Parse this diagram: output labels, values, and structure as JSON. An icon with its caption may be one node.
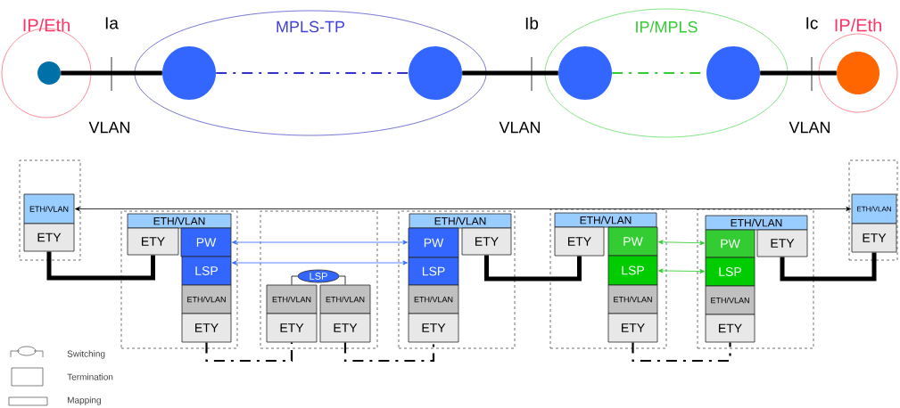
{
  "diagram": {
    "nodes": [
      {
        "text": [
          "IP/Eth"
        ]
      },
      {
        "text": [],
        "shape": "circle",
        "in": 0
      },
      {
        "text": [
          "MPLS-TP"
        ]
      },
      {
        "text": [],
        "shape": "circle",
        "in": 2
      },
      {
        "text": [],
        "shape": "circle",
        "in": 2
      },
      {
        "text": [
          "IP/MPLS"
        ]
      },
      {
        "text": [],
        "shape": "circle",
        "in": 5
      },
      {
        "text": [],
        "shape": "circle",
        "in": 5
      },
      {
        "text": [
          "IP/Eth"
        ]
      },
      {
        "text": [],
        "shape": "circle",
        "in": 8
      },
      {
        "text": [],
        "shape": "box"
      },
      {
        "text": [
          "ETH/VLAN"
        ],
        "in": 10
      },
      {
        "text": [
          "ETY"
        ],
        "in": 10
      },
      {
        "text": [],
        "shape": "box"
      },
      {
        "text": [
          "ETH/VLAN"
        ],
        "in": 13
      },
      {
        "text": [
          "ETY"
        ],
        "in": 13
      },
      {
        "text": [
          "PW"
        ],
        "in": 13
      },
      {
        "text": [
          "LSP"
        ],
        "in": 13
      },
      {
        "text": [
          "ETH/VLAN"
        ],
        "in": 13
      },
      {
        "text": [
          "ETY"
        ],
        "in": 13
      },
      {
        "text": [],
        "shape": "box"
      },
      {
        "text": [
          "LSP"
        ],
        "in": 20
      },
      {
        "text": [
          "ETH/VLAN"
        ],
        "in": 20
      },
      {
        "text": [
          "ETY"
        ],
        "in": 20
      },
      {
        "text": [
          "ETH/VLAN"
        ],
        "in": 20
      },
      {
        "text": [
          "ETY"
        ],
        "in": 20
      },
      {
        "text": [],
        "shape": "box"
      },
      {
        "text": [
          "ETH/VLAN"
        ],
        "in": 26
      },
      {
        "text": [
          "PW"
        ],
        "in": 26
      },
      {
        "text": [
          "ETY"
        ],
        "in": 26
      },
      {
        "text": [
          "LSP"
        ],
        "in": 26
      },
      {
        "text": [
          "ETH/VLAN"
        ],
        "in": 26
      },
      {
        "text": [
          "ETY"
        ],
        "in": 26
      },
      {
        "text": [],
        "shape": "box"
      },
      {
        "text": [
          "ETH/VLAN"
        ],
        "in": 33
      },
      {
        "text": [
          "ETY"
        ],
        "in": 33
      },
      {
        "text": [
          "PW"
        ],
        "in": 33
      },
      {
        "text": [
          "LSP"
        ],
        "in": 33
      },
      {
        "text": [
          "ETH/VLAN"
        ],
        "in": 33
      },
      {
        "text": [
          "ETY"
        ],
        "in": 33
      },
      {
        "text": [],
        "shape": "box"
      },
      {
        "text": [
          "ETH/VLAN"
        ],
        "in": 40
      },
      {
        "text": [
          "PW"
        ],
        "in": 40
      },
      {
        "text": [
          "ETY"
        ],
        "in": 40
      },
      {
        "text": [
          "LSP"
        ],
        "in": 40
      },
      {
        "text": [
          "ETH/VLAN"
        ],
        "in": 40
      },
      {
        "text": [
          "ETY"
        ],
        "in": 40
      },
      {
        "text": [],
        "shape": "box"
      },
      {
        "text": [
          "ETH/VLAN"
        ],
        "in": 47
      },
      {
        "text": [
          "ETY"
        ],
        "in": 47
      }
    ],
    "edges": [
      {
        "from": 1,
        "to": 3,
        "arrow": "none",
        "style": "thick"
      },
      {
        "from": 3,
        "to": 4,
        "arrow": "none",
        "style": "dashed",
        "color": "#3333cc"
      },
      {
        "from": 4,
        "to": 6,
        "arrow": "none",
        "style": "thick"
      },
      {
        "from": 6,
        "to": 7,
        "arrow": "none",
        "style": "dashed",
        "color": "#33cc33"
      },
      {
        "from": 7,
        "to": 9,
        "arrow": "none",
        "style": "thick"
      },
      {
        "from": 11,
        "to": 48,
        "arrow": "both"
      },
      {
        "from": 16,
        "to": 28,
        "arrow": "both",
        "color": "#3366ff"
      },
      {
        "from": 17,
        "to": 30,
        "arrow": "both",
        "color": "#3366ff"
      },
      {
        "from": 36,
        "to": 42,
        "arrow": "both",
        "color": "#22cc22"
      },
      {
        "from": 37,
        "to": 44,
        "arrow": "both",
        "color": "#22cc22"
      },
      {
        "from": 12,
        "to": 15,
        "arrow": "none",
        "style": "thick"
      },
      {
        "from": 29,
        "to": 35,
        "arrow": "none",
        "style": "thick"
      },
      {
        "from": 43,
        "to": 49,
        "arrow": "none",
        "style": "thick"
      },
      {
        "from": 21,
        "to": 22,
        "arrow": "none"
      },
      {
        "from": 21,
        "to": 24,
        "arrow": "none"
      },
      {
        "from": 19,
        "to": 23,
        "arrow": "none",
        "style": "dashed"
      },
      {
        "from": 25,
        "to": 32,
        "arrow": "none",
        "style": "dashed"
      },
      {
        "from": 39,
        "to": 46,
        "arrow": "none",
        "style": "dashed"
      }
    ],
    "labels": [
      "Ia",
      "Ib",
      "Ic",
      "VLAN",
      "VLAN",
      "VLAN"
    ],
    "legend": [
      {
        "text": "Switching"
      },
      {
        "text": "Termination"
      },
      {
        "text": "Mapping"
      }
    ]
  }
}
